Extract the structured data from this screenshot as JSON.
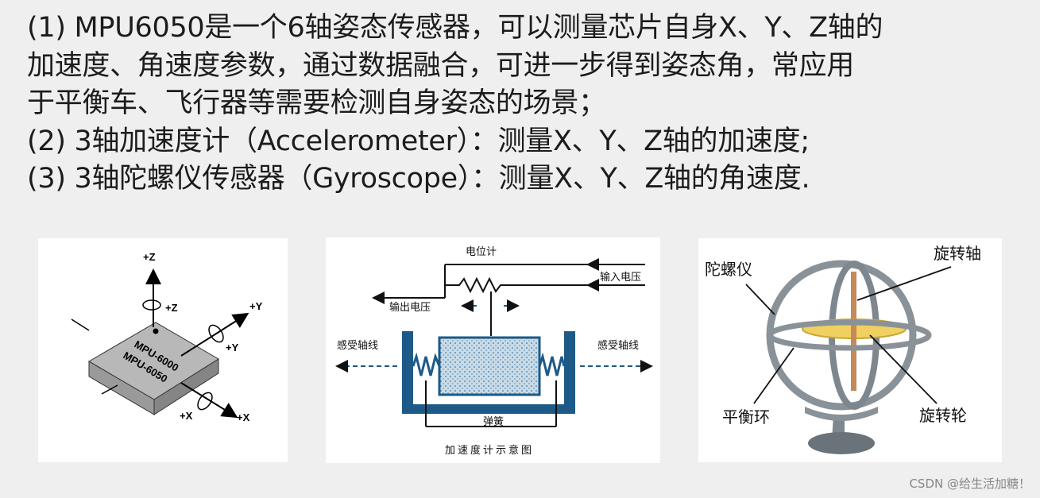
{
  "description_lines": [
    "(1) MPU6050是一个6轴姿态传感器，可以测量芯片自身X、Y、Z轴的",
    "加速度、角速度参数，通过数据融合，可进一步得到姿态角，常应用",
    "于平衡车、飞行器等需要检测自身姿态的场景；",
    "(2) 3轴加速度计（Accelerometer）：测量X、Y、Z轴的加速度;",
    "(3) 3轴陀螺仪传感器（Gyroscope）：测量X、Y、Z轴的角速度."
  ],
  "mpu_diagram": {
    "axis_z": "+Z",
    "rot_z": "+Z",
    "axis_y": "+Y",
    "rot_y": "+Y",
    "axis_x": "+X",
    "rot_x": "+X",
    "chip_label_1": "MPU-6000",
    "chip_label_2": "MPU-6050"
  },
  "accel_diagram": {
    "potentiometer": "电位计",
    "input_voltage": "输入电压",
    "output_voltage": "输出电压",
    "sense_axis_left": "感受轴线",
    "sense_axis_right": "感受轴线",
    "spring": "弹簧",
    "caption": "加速度计示意图"
  },
  "gyro_diagram": {
    "gyroscope": "陀螺仪",
    "spin_axis": "旋转轴",
    "balance_ring": "平衡环",
    "spin_wheel": "旋转轮"
  },
  "watermark": "CSDN @给生活加糖！",
  "colors": {
    "background": "#efefef",
    "chip_top": "#b8b8b8",
    "chip_side": "#8e8e8e",
    "accel_frame": "#1d5a88",
    "gyro_ring": "#8a9299",
    "gyro_wheel": "#f0d060"
  }
}
